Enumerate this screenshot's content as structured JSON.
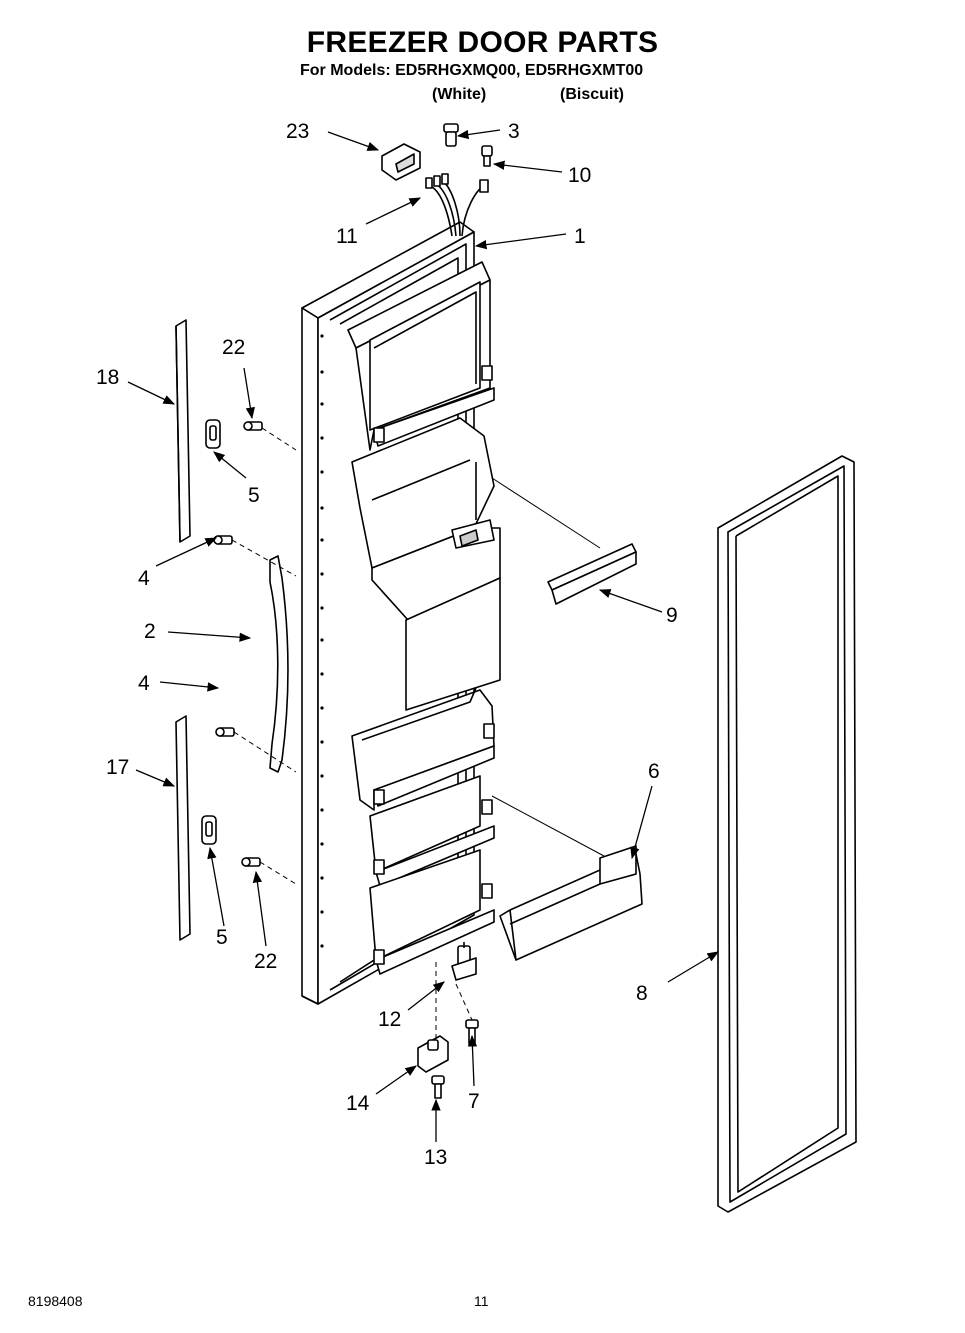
{
  "header": {
    "title": "FREEZER DOOR PARTS",
    "models_line": "For Models: ED5RHGXMQ00, ED5RHGXMT00",
    "color_white": "(White)",
    "color_biscuit": "(Biscuit)"
  },
  "callouts": {
    "c1": "1",
    "c2": "2",
    "c3": "3",
    "c4a": "4",
    "c4b": "4",
    "c5a": "5",
    "c5b": "5",
    "c6": "6",
    "c7": "7",
    "c8": "8",
    "c9": "9",
    "c10": "10",
    "c11": "11",
    "c12": "12",
    "c13": "13",
    "c14": "14",
    "c17": "17",
    "c18": "18",
    "c22a": "22",
    "c22b": "22",
    "c23": "23"
  },
  "footer": {
    "doc_number": "8198408",
    "page_number": "11"
  }
}
